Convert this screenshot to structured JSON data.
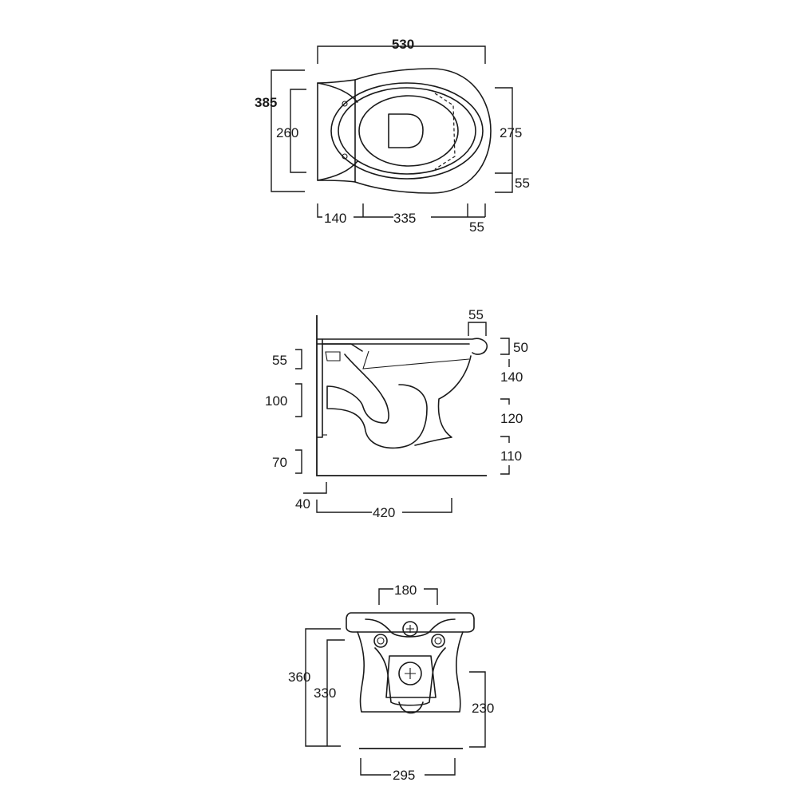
{
  "top_view": {
    "overall_length": "530",
    "overall_width": "385",
    "rear_width": "260",
    "bowl_width": "275",
    "front_offset": "55",
    "rear_depth": "140",
    "bowl_length": "335",
    "front_lip": "55"
  },
  "side_view": {
    "rim_overhang": "55",
    "upper_offset": "55",
    "outlet_height": "100",
    "base_height": "70",
    "rim_height": "50",
    "bowl_depth": "140",
    "trap_height": "120",
    "foot_height": "110",
    "wall_gap": "40",
    "projection": "420"
  },
  "rear_view": {
    "fixing_width": "180",
    "overall_height": "360",
    "body_height": "330",
    "outlet_height": "230",
    "base_width": "295"
  }
}
